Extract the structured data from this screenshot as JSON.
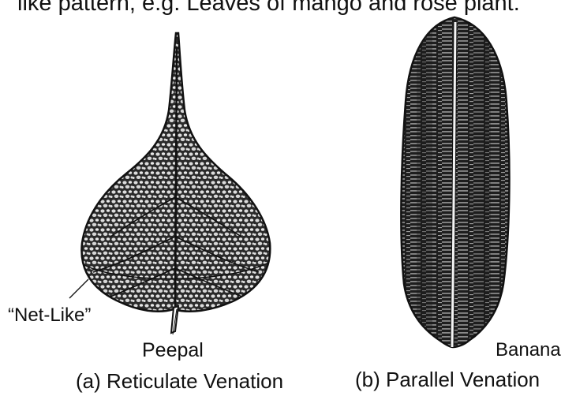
{
  "header_text": "like pattern, e.g. Leaves of mango and rose plant.",
  "figure_a": {
    "annotation": "“Net-Like”",
    "plant_label": "Peepal",
    "caption": "(a) Reticulate Venation"
  },
  "figure_b": {
    "plant_label": "Banana",
    "caption": "(b) Parallel Venation"
  },
  "colors": {
    "ink": "#111111",
    "leaf_fill": "#2a2a2a",
    "vein_light": "#e6e6e6",
    "background": "#ffffff"
  }
}
